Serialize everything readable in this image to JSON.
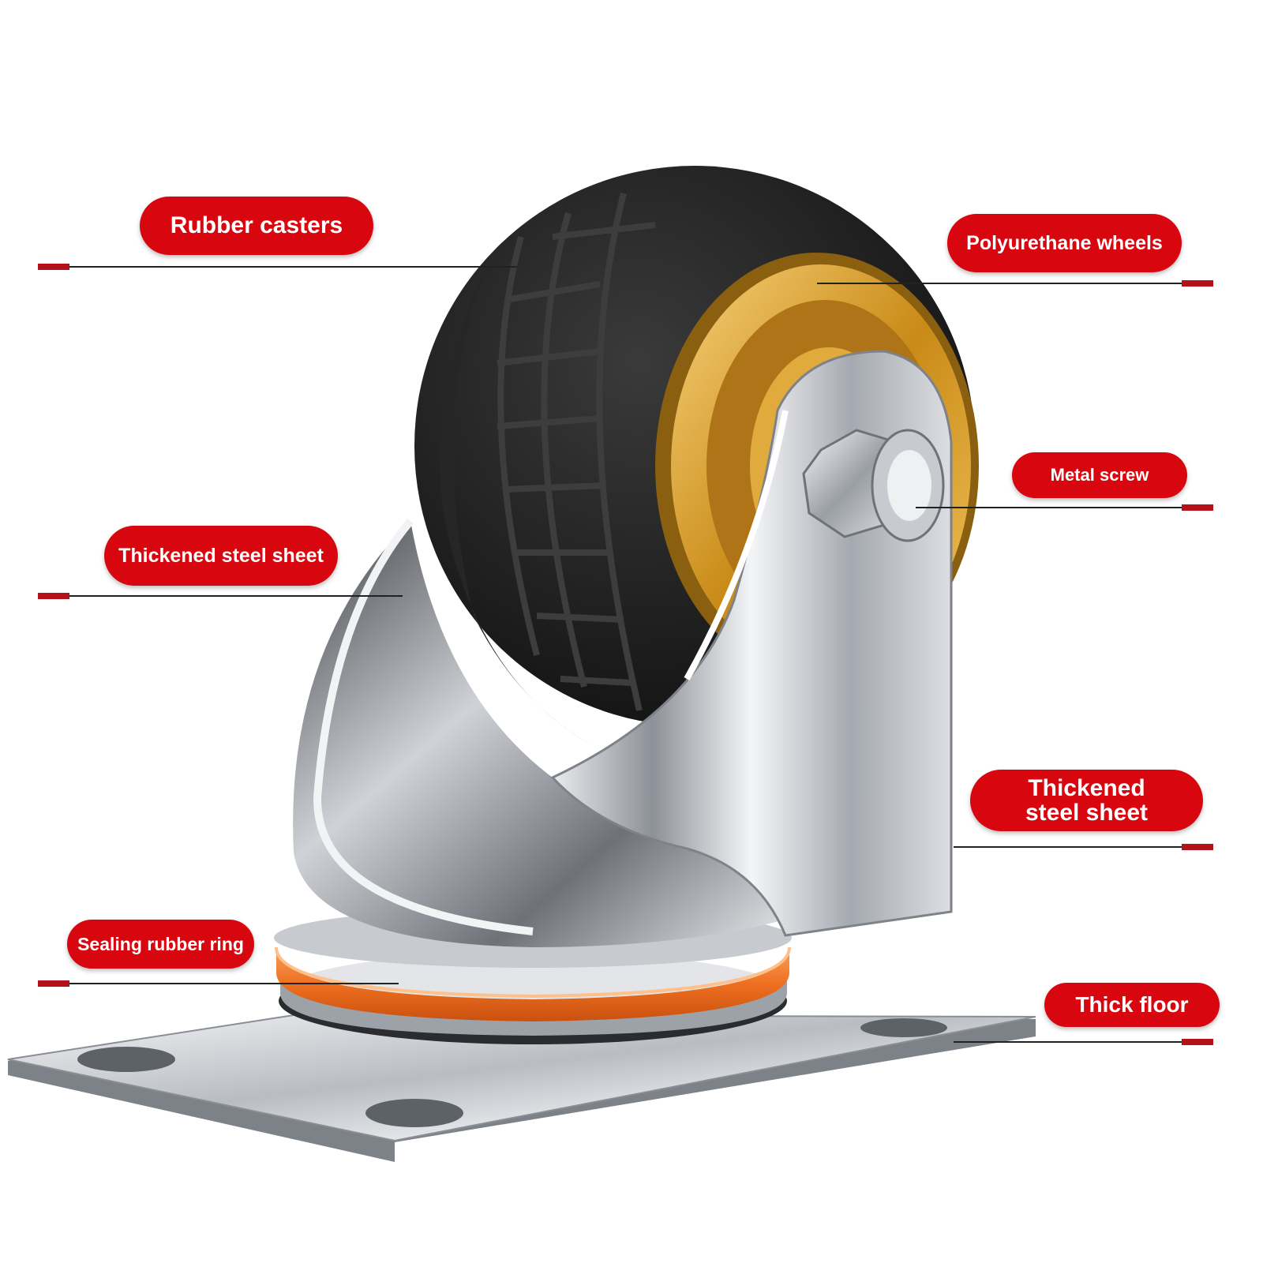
{
  "callouts": {
    "rubber_casters": "Rubber casters",
    "polyurethane_wheels": "Polyurethane wheels",
    "metal_screw": "Metal screw",
    "thickened_steel_sheet_left": "Thickened steel sheet",
    "thickened_steel_sheet_right_line1": "Thickened",
    "thickened_steel_sheet_right_line2": "steel sheet",
    "sealing_rubber_ring": "Sealing rubber ring",
    "thick_floor": "Thick floor"
  },
  "colors": {
    "label_bg": "#d8070f",
    "label_text": "#ffffff",
    "leader_line": "#222222",
    "marker": "#b3121a",
    "tire": "#1c1c1c",
    "rim": "#d9a12a",
    "steel": "#c9ccd1",
    "seal_ring": "#f07a2c"
  }
}
